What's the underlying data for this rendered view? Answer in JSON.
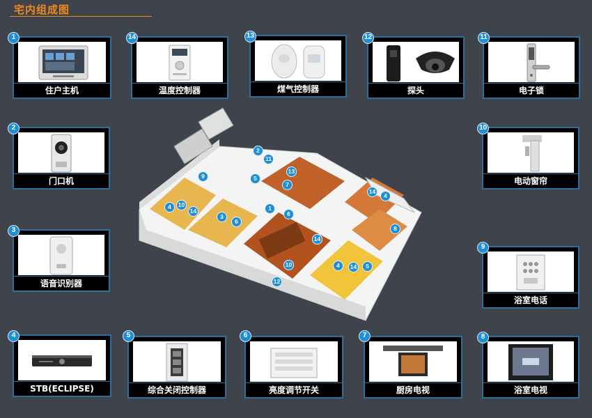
{
  "title": "宅内组成图",
  "devices": [
    {
      "num": "1",
      "label": "住户主机",
      "icon": "home-terminal-icon"
    },
    {
      "num": "14",
      "label": "温度控制器",
      "icon": "thermostat-icon"
    },
    {
      "num": "13",
      "label": "煤气控制器",
      "icon": "gas-controller-icon"
    },
    {
      "num": "12",
      "label": "探头",
      "icon": "sensor-camera-icon"
    },
    {
      "num": "11",
      "label": "电子锁",
      "icon": "door-lock-icon"
    },
    {
      "num": "2",
      "label": "门口机",
      "icon": "door-station-icon"
    },
    {
      "num": "10",
      "label": "电动窗帘",
      "icon": "curtain-motor-icon"
    },
    {
      "num": "3",
      "label": "语音识别器",
      "icon": "voice-recognizer-icon"
    },
    {
      "num": "9",
      "label": "浴室电话",
      "icon": "bath-phone-icon"
    },
    {
      "num": "4",
      "label": "STB(ECLIPSE)",
      "icon": "set-top-box-icon"
    },
    {
      "num": "5",
      "label": "综合关闭控制器",
      "icon": "master-switch-icon"
    },
    {
      "num": "6",
      "label": "亮度调节开关",
      "icon": "dimmer-switch-icon"
    },
    {
      "num": "7",
      "label": "厨房电视",
      "icon": "kitchen-tv-icon"
    },
    {
      "num": "8",
      "label": "浴室电视",
      "icon": "bath-tv-icon"
    }
  ],
  "floor_markers": [
    "2",
    "11",
    "9",
    "13",
    "5",
    "7",
    "4",
    "10",
    "14",
    "1",
    "6",
    "3",
    "6",
    "14",
    "4",
    "14",
    "8",
    "14",
    "10",
    "4",
    "14",
    "5",
    "12"
  ],
  "colors": {
    "accent": "#f08a1c",
    "badge": "#1e8fd5",
    "frame": "#2f6f9a",
    "background": "#3f434c"
  }
}
